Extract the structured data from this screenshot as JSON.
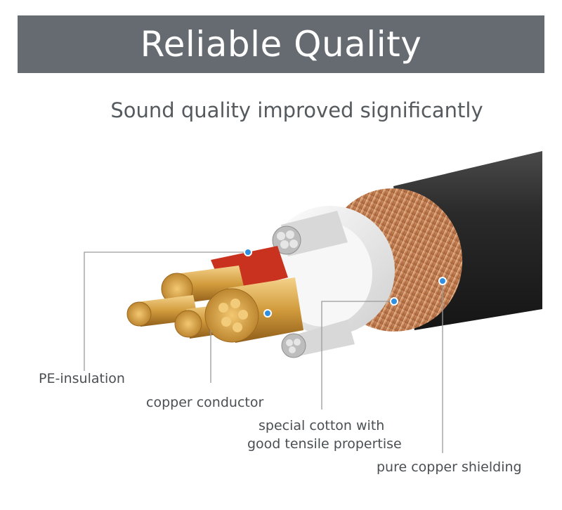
{
  "banner": {
    "title": "Reliable Quality",
    "bg_color": "#656b70"
  },
  "subtitle": "Sound quality improved significantly",
  "labels": {
    "pe_insulation": "PE-insulation",
    "copper_conductor": "copper conductor",
    "special_cotton_line1": "special cotton with",
    "special_cotton_line2": "good tensile propertise",
    "pure_copper_shielding": "pure copper shielding"
  },
  "colors": {
    "jacket": "#2b2b2b",
    "shield": "#c98a5e",
    "copper": "#d9a43f",
    "red_insulation": "#c8321f",
    "white_filler": "#eeeeee",
    "marker": "#2f8fe0"
  }
}
